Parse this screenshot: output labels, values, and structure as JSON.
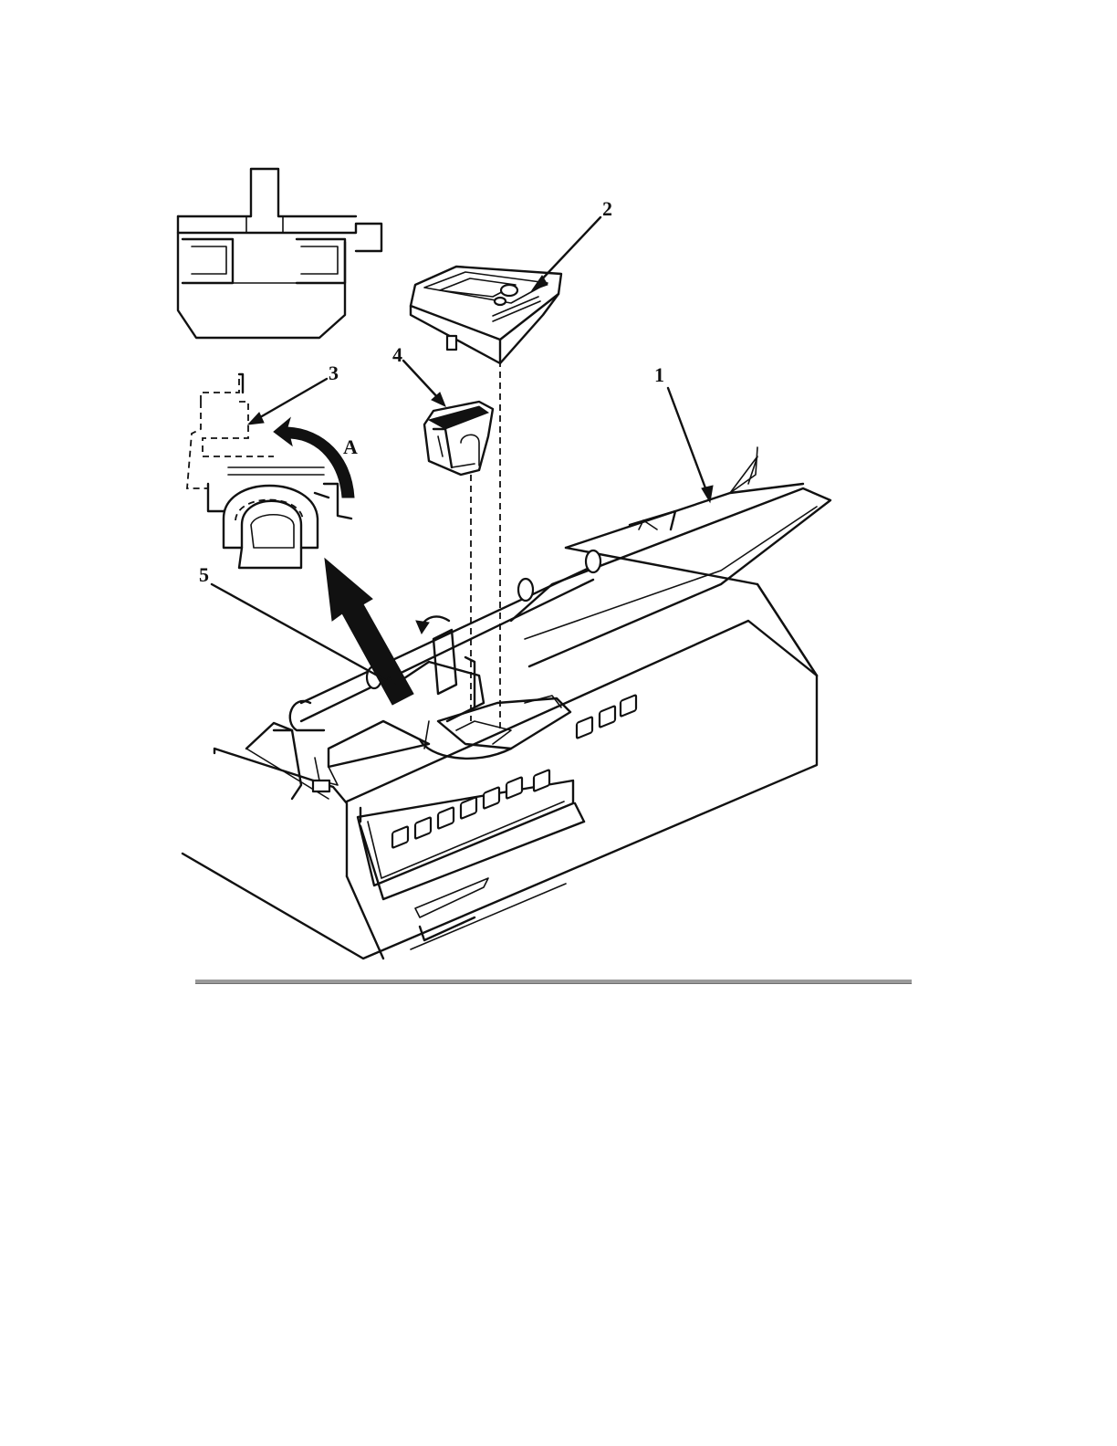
{
  "figure": {
    "callouts": [
      {
        "id": "1",
        "label": "1"
      },
      {
        "id": "2",
        "label": "2"
      },
      {
        "id": "3",
        "label": "3"
      },
      {
        "id": "4",
        "label": "4"
      },
      {
        "id": "5",
        "label": "5"
      }
    ],
    "arrow_label": "A"
  },
  "colors": {
    "line": "#111111",
    "rule": "#9a9a9a",
    "background": "#ffffff"
  }
}
